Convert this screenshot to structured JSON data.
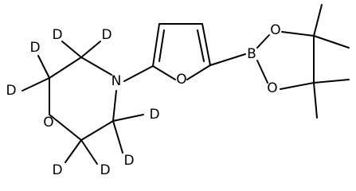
{
  "molecule": {
    "atoms": [
      {
        "id": "N",
        "label": "N"
      },
      {
        "id": "O1",
        "label": "O"
      },
      {
        "id": "O2",
        "label": "O"
      },
      {
        "id": "B",
        "label": "B"
      },
      {
        "id": "O3",
        "label": "O"
      },
      {
        "id": "O4",
        "label": "O"
      },
      {
        "id": "D1",
        "label": "D"
      },
      {
        "id": "D2",
        "label": "D"
      },
      {
        "id": "D3",
        "label": "D"
      },
      {
        "id": "D4",
        "label": "D"
      },
      {
        "id": "D5",
        "label": "D"
      },
      {
        "id": "D6",
        "label": "D"
      },
      {
        "id": "D7",
        "label": "D"
      },
      {
        "id": "D8",
        "label": "D"
      }
    ]
  }
}
